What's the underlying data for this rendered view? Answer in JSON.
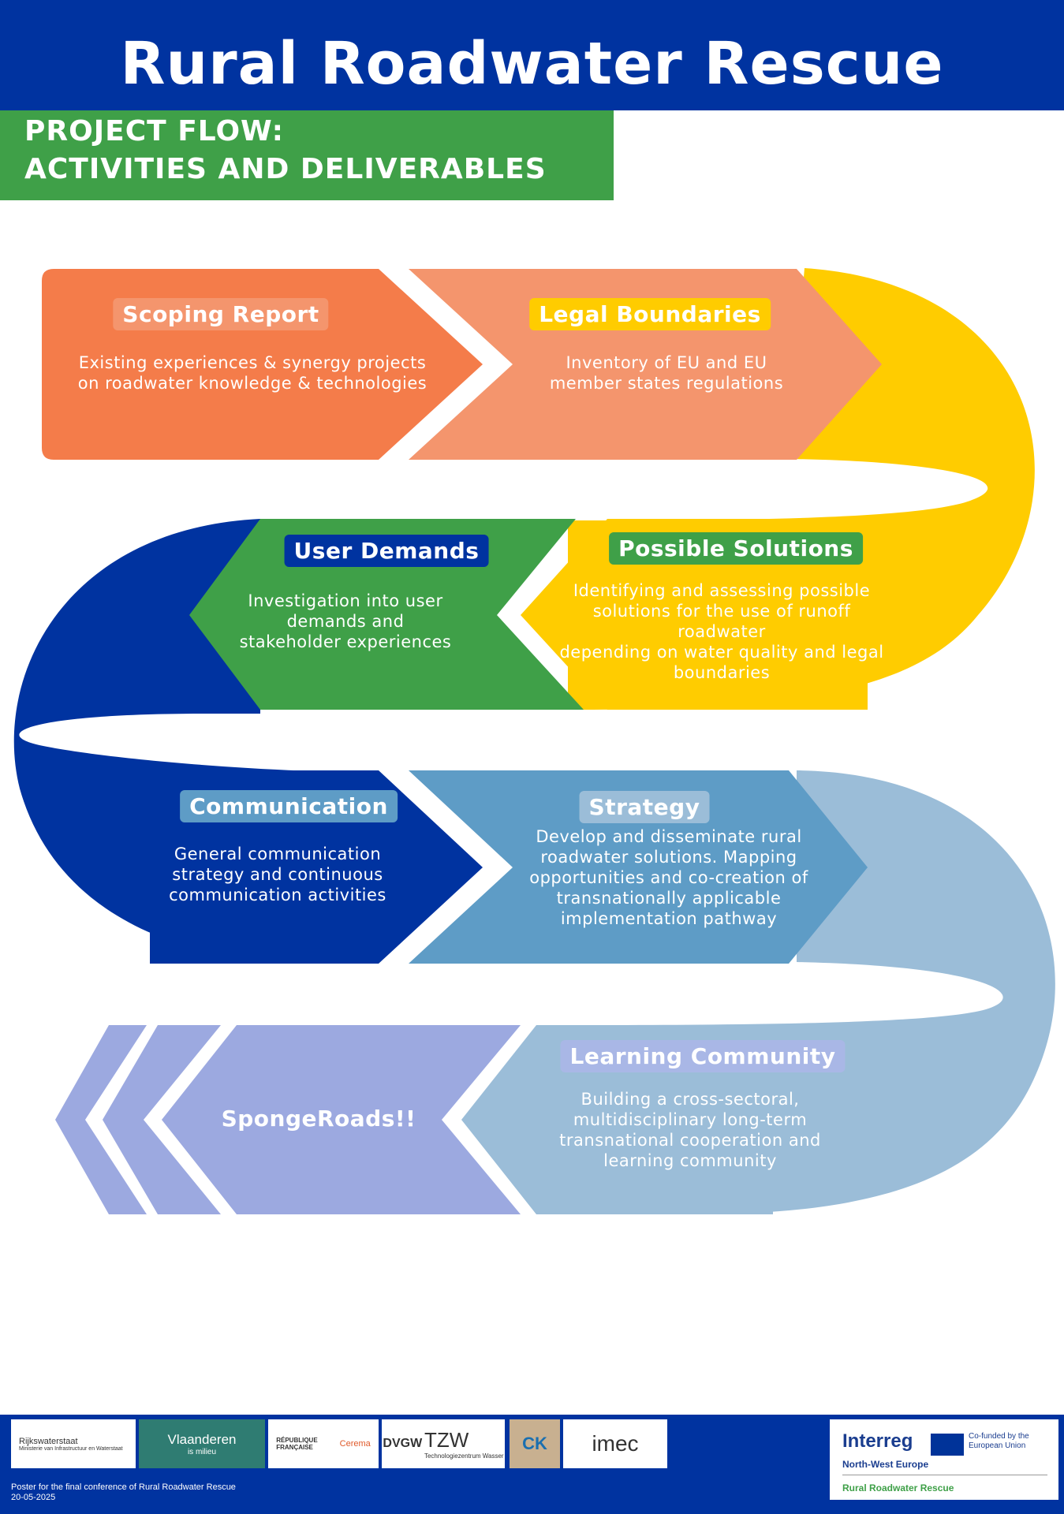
{
  "header": {
    "title": "Rural Roadwater Rescue",
    "subtitle_line1": "PROJECT FLOW:",
    "subtitle_line2": "ACTIVITIES AND DELIVERABLES"
  },
  "steps": [
    {
      "label": "Scoping Report",
      "desc": [
        "Existing experiences & synergy projects",
        "on roadwater knowledge & technologies"
      ],
      "color": "#f47c4a"
    },
    {
      "label": "Legal Boundaries",
      "desc": [
        "Inventory of EU and EU",
        "member states regulations"
      ],
      "color": "#f4956d"
    },
    {
      "label": "User Demands",
      "desc": [
        "Investigation into user",
        "demands and",
        "stakeholder experiences"
      ],
      "color": "#3fa048"
    },
    {
      "label": "Possible Solutions",
      "desc": [
        "Identifying and assessing possible",
        "solutions for the use of runoff roadwater",
        "depending on water quality and legal",
        "boundaries"
      ],
      "color": "#ffcc00"
    },
    {
      "label": "Communication",
      "desc": [
        "General communication",
        "strategy and continuous",
        "communication activities"
      ],
      "color": "#0033a0"
    },
    {
      "label": "Strategy",
      "desc": [
        "Develop and disseminate rural",
        "roadwater solutions. Mapping",
        "opportunities and co-creation of",
        "transnationally applicable",
        "implementation pathway"
      ],
      "color": "#5e9cc6"
    },
    {
      "label": "Learning Community",
      "desc": [
        "Building a cross-sectoral,",
        "multidisciplinary long-term",
        "transnational cooperation and",
        "learning community"
      ],
      "color": "#9bbdd8"
    }
  ],
  "final_step": {
    "label": "SpongeRoads!!",
    "color": "#9ca9e0"
  },
  "footer": {
    "partners": {
      "rijkswaterstaat": "Rijkswaterstaat",
      "rijkswaterstaat_sub": "Ministerie van Infrastructuur en Waterstaat",
      "vlaanderen": "Vlaanderen",
      "vlaanderen_sub": "is milieu",
      "republique": "RÉPUBLIQUE FRANÇAISE",
      "cerema": "Cerema",
      "dvgw": "DVGW",
      "tzw": "TZW",
      "tzw_sub": "Technologiezentrum Wasser",
      "ck": "CK",
      "imec": "imec"
    },
    "note_line1": "Poster for the final conference of Rural Roadwater Rescue",
    "note_line2": "20-05-2025",
    "interreg": "Interreg",
    "cofunded": "Co-funded by the European Union",
    "region": "North-West Europe",
    "project": "Rural Roadwater Rescue"
  }
}
